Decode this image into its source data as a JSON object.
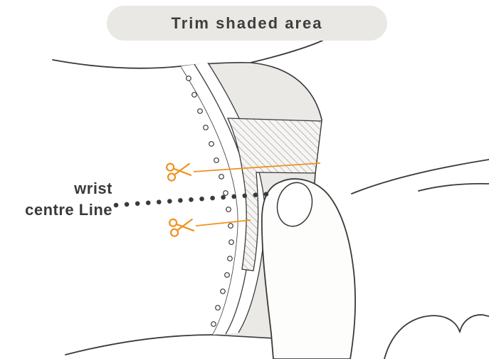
{
  "header": {
    "pill_label": "Trim shaded area"
  },
  "annotations": {
    "centre_line_label_line1": "wrist",
    "centre_line_label_line2": "centre Line"
  },
  "colors": {
    "accent_orange": "#F0921E",
    "pill_background": "#E9E8E5",
    "band_fill": "#EAE9E6",
    "outline": "#3A3A3A",
    "hatch_line": "#9A9A9A"
  },
  "icons": [
    {
      "name": "scissors-icon-top",
      "glyph": "scissors (open, pointing right)"
    },
    {
      "name": "scissors-icon-bottom",
      "glyph": "scissors (open, pointing right)"
    }
  ]
}
